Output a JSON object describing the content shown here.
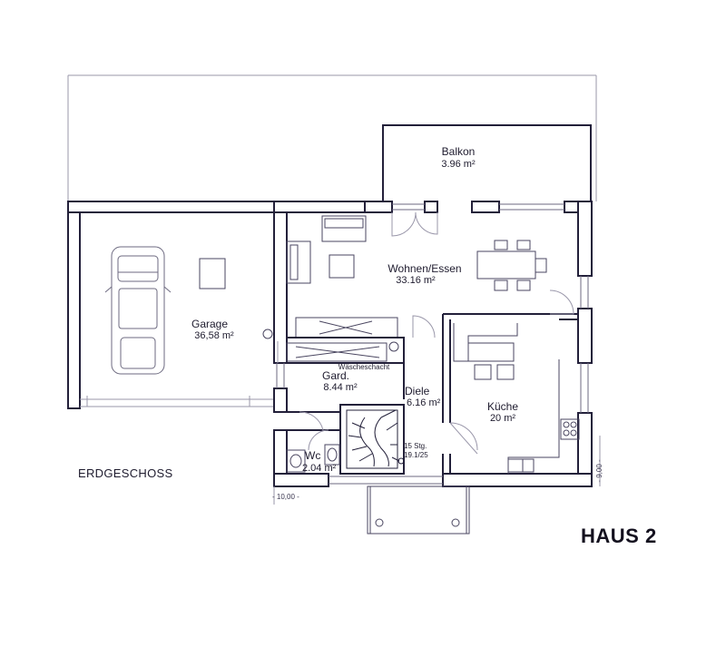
{
  "plan": {
    "floor_name": "ERDGESCHOSS",
    "house_name": "HAUS 2",
    "colors": {
      "wall": "#23203a",
      "line": "#4a4660",
      "light": "#9a97aa"
    },
    "rooms": {
      "balkon": {
        "name": "Balkon",
        "area": "3.96 m²"
      },
      "garage": {
        "name": "Garage",
        "area": "36,58 m²"
      },
      "wohnen": {
        "name": "Wohnen/Essen",
        "area": "33.16 m²"
      },
      "gard": {
        "name": "Gard.",
        "area": "8.44 m²"
      },
      "diele": {
        "name": "Diele",
        "area": "6.16 m²"
      },
      "kueche": {
        "name": "Küche",
        "area": "20 m²"
      },
      "wc": {
        "name": "Wc",
        "area": "2.04 m²"
      }
    },
    "labels": {
      "waescheschacht": "Wäscheschacht",
      "stair_steps": "15 Stg.",
      "stair_ratio": "19.1/25"
    },
    "dimensions": {
      "width": "- 10,00 -",
      "depth": "- 9,00 -"
    }
  }
}
